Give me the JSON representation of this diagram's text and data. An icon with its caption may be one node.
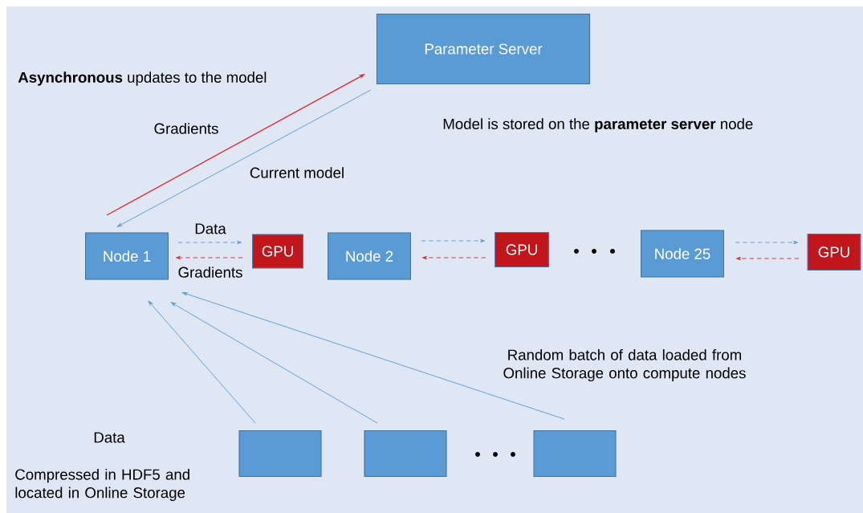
{
  "diagram": {
    "nodes": [
      {
        "text": [
          "Parameter Server"
        ]
      },
      {
        "text": [
          "Node 1"
        ]
      },
      {
        "text": [
          "GPU"
        ]
      },
      {
        "text": [
          "Node 2"
        ]
      },
      {
        "text": [
          "GPU"
        ]
      },
      {
        "text": [
          "Node 25"
        ]
      },
      {
        "text": [
          "GPU"
        ]
      },
      {
        "text": [],
        "shape": "box"
      },
      {
        "text": [],
        "shape": "box"
      },
      {
        "text": [],
        "shape": "box"
      }
    ],
    "edges": [
      {
        "from": 1,
        "to": 0,
        "arrow": "to",
        "label": "Gradients",
        "color": "#e8262b"
      },
      {
        "from": 0,
        "to": 1,
        "arrow": "to",
        "label": "Current model"
      },
      {
        "from": 1,
        "to": 2,
        "arrow": "to",
        "label": "Data",
        "style": "dashed"
      },
      {
        "from": 2,
        "to": 1,
        "arrow": "to",
        "label": "Gradients",
        "style": "dashed",
        "color": "#e8262b"
      },
      {
        "from": 3,
        "to": 4,
        "arrow": "to",
        "style": "dashed"
      },
      {
        "from": 4,
        "to": 3,
        "arrow": "to",
        "style": "dashed",
        "color": "#e8262b"
      },
      {
        "from": 5,
        "to": 6,
        "arrow": "to",
        "style": "dashed"
      },
      {
        "from": 6,
        "to": 5,
        "arrow": "to",
        "style": "dashed",
        "color": "#e8262b"
      },
      {
        "from": 7,
        "to": 1,
        "arrow": "to"
      },
      {
        "from": 8,
        "to": 1,
        "arrow": "to"
      },
      {
        "from": 9,
        "to": 1,
        "arrow": "to"
      }
    ],
    "labels": [
      "**Asynchronous** updates to the model",
      "Model is stored on the **parameter server** node",
      "Random batch of data loaded from Online Storage onto compute nodes",
      "Data",
      "Compressed in HDF5 and located in Online Storage"
    ]
  }
}
